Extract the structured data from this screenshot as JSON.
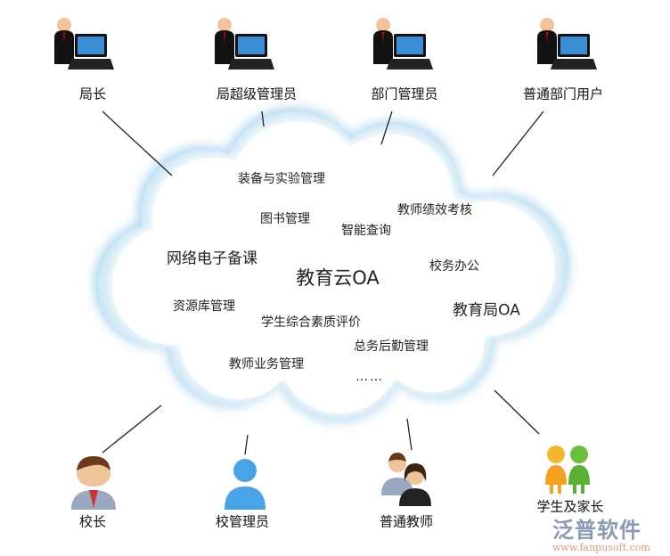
{
  "center": {
    "title": "教育云OA"
  },
  "modules": [
    {
      "label": "装备与实验管理"
    },
    {
      "label": "图书管理"
    },
    {
      "label": "智能查询"
    },
    {
      "label": "教师绩效考核"
    },
    {
      "label": "网络电子备课"
    },
    {
      "label": "校务办公"
    },
    {
      "label": "教育局OA"
    },
    {
      "label": "资源库管理"
    },
    {
      "label": "学生综合素质评价"
    },
    {
      "label": "总务后勤管理"
    },
    {
      "label": "教师业务管理"
    },
    {
      "label": "……"
    }
  ],
  "top_roles": [
    {
      "label": "局长",
      "icon": "manager-laptop-icon"
    },
    {
      "label": "局超级管理员",
      "icon": "manager-laptop-icon"
    },
    {
      "label": "部门管理员",
      "icon": "manager-laptop-icon"
    },
    {
      "label": "普通部门用户",
      "icon": "manager-laptop-icon"
    }
  ],
  "bottom_roles": [
    {
      "label": "校长",
      "icon": "principal-icon"
    },
    {
      "label": "校管理员",
      "icon": "user-silhouette-icon"
    },
    {
      "label": "普通教师",
      "icon": "teachers-icon"
    },
    {
      "label": "学生及家长",
      "icon": "students-parents-icon"
    }
  ],
  "watermark": {
    "name": "泛普软件",
    "url": "www.fanpusoft.com"
  },
  "colors": {
    "cloud_edge": "#bfe0f3",
    "line": "#222222"
  }
}
